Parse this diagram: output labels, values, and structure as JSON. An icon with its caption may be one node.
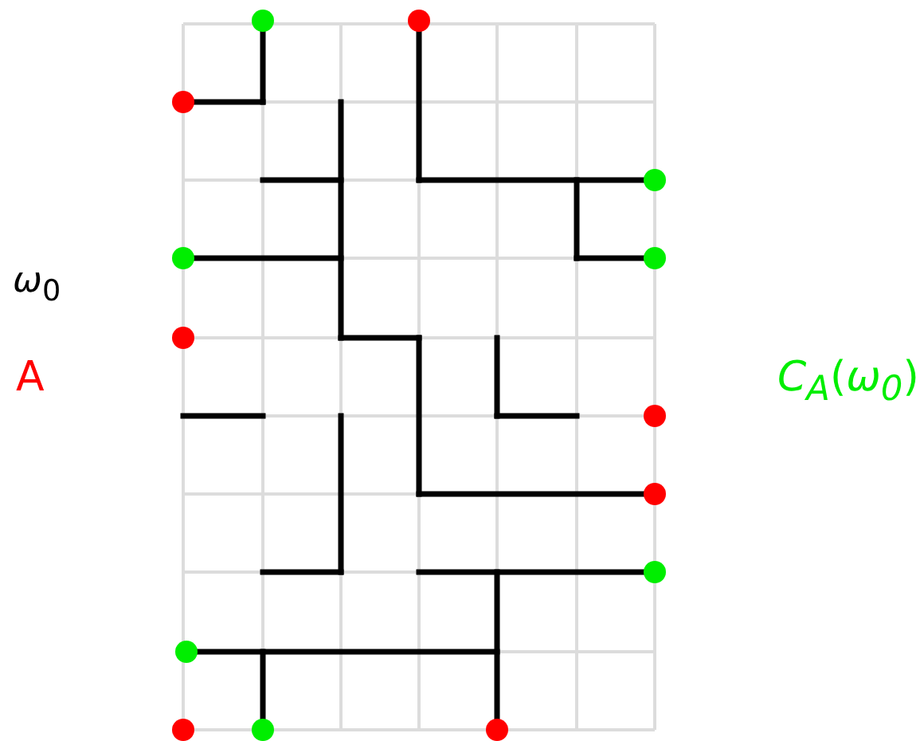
{
  "diagram": {
    "labels": [
      "*ω*$_{0}$",
      "A",
      "*C*$_{A}$(*ω*$_{0}$)"
    ]
  }
}
